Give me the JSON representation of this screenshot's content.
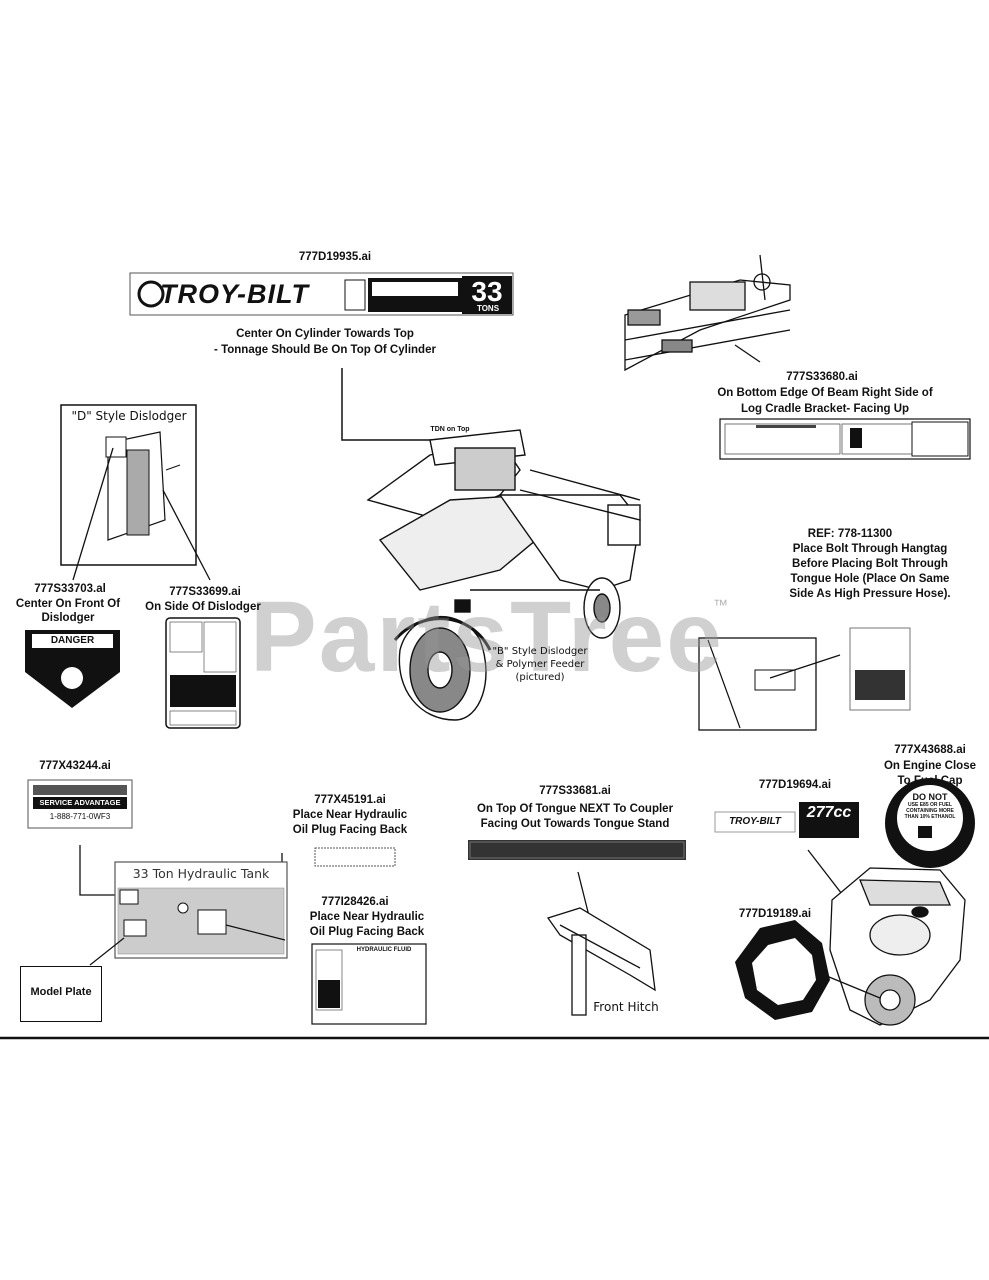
{
  "watermark": "PartsTree",
  "watermark_mark": "™",
  "labels": {
    "d19935": {
      "part": "777D19935.ai",
      "note1": "Center On Cylinder Towards Top",
      "note2": "- Tonnage Should Be On Top Of Cylinder"
    },
    "s33680": {
      "part": "777S33680.ai",
      "note1": "On Bottom Edge Of Beam Right Side of",
      "note2": "Log Cradle Bracket- Facing Up"
    },
    "d_style": {
      "title": "\"D\" Style Dislodger"
    },
    "s33703": {
      "part": "777S33703.al",
      "note1": "Center On Front Of",
      "note2": "Dislodger"
    },
    "s33699": {
      "part": "777S33699.ai",
      "note1": "On Side Of Dislodger"
    },
    "tdn": {
      "text": "TDN on Top"
    },
    "ref": {
      "part": "REF: 778-11300",
      "l1": "Place Bolt Through Hangtag",
      "l2": "Before Placing Bolt Through",
      "l3": "Tongue Hole (Place On Same",
      "l4": "Side As High Pressure Hose)."
    },
    "b_style": {
      "l1": "\"B\" Style Dislodger",
      "l2": "& Polymer Feeder",
      "l3": "(pictured)"
    },
    "x43244": {
      "part": "777X43244.ai"
    },
    "x45191": {
      "part": "777X45191.ai",
      "note1": "Place Near Hydraulic",
      "note2": "Oil Plug Facing Back"
    },
    "tank": {
      "title": "33 Ton Hydraulic Tank"
    },
    "i28426": {
      "part": "777I28426.ai",
      "note1": "Place Near Hydraulic",
      "note2": "Oil Plug Facing Back"
    },
    "model_plate": {
      "text": "Model Plate"
    },
    "s33681": {
      "part": "777S33681.ai",
      "note1": "On Top Of Tongue NEXT To Coupler",
      "note2": "Facing Out Towards Tongue Stand"
    },
    "front_hitch": {
      "text": "Front Hitch"
    },
    "d19694": {
      "part": "777D19694.ai"
    },
    "x43688": {
      "part": "777X43688.ai",
      "note1": "On Engine Close",
      "note2": "To Fuel Cap"
    },
    "d19189": {
      "part": "777D19189.ai"
    }
  },
  "decals": {
    "brand": "TROY-BILT",
    "tons_value": "33",
    "tons_unit": "TONS",
    "danger": "DANGER",
    "service": "SERVICE ADVANTAGE",
    "service_phone": "1-888-771-0WF3",
    "hydraulic_fluid": "HYDRAULIC FLUID",
    "engine_cc": "277cc",
    "fuel_warning": [
      "DO NOT",
      "USE E85 OR FUEL",
      "CONTAINING MORE",
      "THAN 10% ETHANOL"
    ]
  }
}
